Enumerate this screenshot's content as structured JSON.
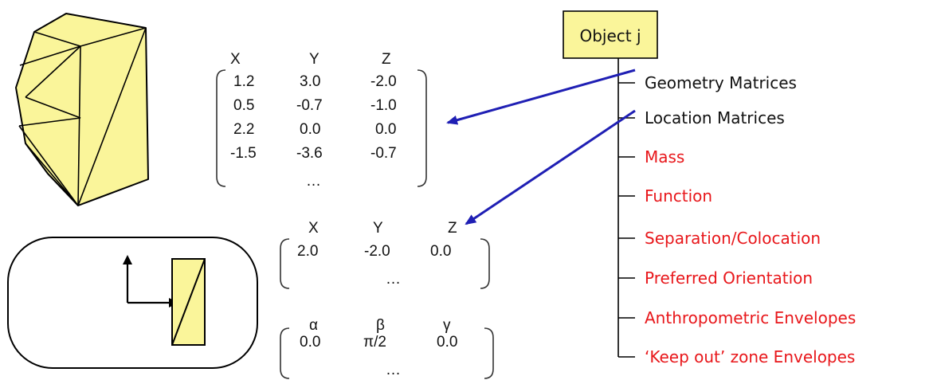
{
  "colors": {
    "shape_fill": "#FAF59A",
    "shape_stroke": "#000000",
    "arrow": "#1F1FB4",
    "text_black": "#111111",
    "text_red": "#E8171B"
  },
  "geometry_matrix": {
    "headers": [
      "X",
      "Y",
      "Z"
    ],
    "rows": [
      [
        "1.2",
        "3.0",
        "-2.0"
      ],
      [
        "0.5",
        "-0.7",
        "-1.0"
      ],
      [
        "2.2",
        "0.0",
        "0.0"
      ],
      [
        "-1.5",
        "-3.6",
        "-0.7"
      ]
    ],
    "ellipsis": "…"
  },
  "location_matrix": {
    "headers": [
      "X",
      "Y",
      "Z"
    ],
    "row": [
      "2.0",
      "-2.0",
      "0.0"
    ],
    "ellipsis": "…"
  },
  "orientation_matrix": {
    "headers": [
      "α",
      "β",
      "γ"
    ],
    "row": [
      "0.0",
      "π/2",
      "0.0"
    ],
    "ellipsis": "…"
  },
  "tree": {
    "root": "Object j",
    "items": [
      {
        "label": "Geometry Matrices",
        "color": "black"
      },
      {
        "label": "Location Matrices",
        "color": "black"
      },
      {
        "label": "Mass",
        "color": "red"
      },
      {
        "label": "Function",
        "color": "red"
      },
      {
        "label": "Separation/Colocation",
        "color": "red"
      },
      {
        "label": "Preferred Orientation",
        "color": "red"
      },
      {
        "label": "Anthropometric Envelopes",
        "color": "red"
      },
      {
        "label": "‘Keep out’ zone Envelopes",
        "color": "red"
      }
    ]
  }
}
